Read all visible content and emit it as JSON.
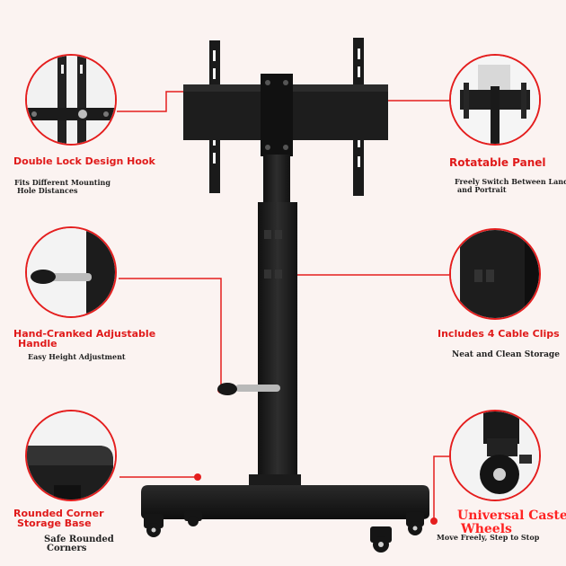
{
  "features": {
    "hook": {
      "title": "Double Lock Design Hook",
      "sub_line1": "Fits Different Mounting",
      "sub_line2": "Hole Distances"
    },
    "panel": {
      "title": "Rotatable Panel",
      "sub_line1": "Freely Switch Between Landscape",
      "sub_line2": "and Portrait"
    },
    "handle": {
      "title_line1": "Hand-Cranked Adjustable",
      "title_line2": "Handle",
      "sub": "Easy Height Adjustment"
    },
    "clips": {
      "title": "Includes 4 Cable Clips",
      "sub": "Neat and Clean Storage"
    },
    "base": {
      "title_line1": "Rounded Corner",
      "title_line2": "Storage Base",
      "sub_line1": "Safe Rounded",
      "sub_line2": "Corners"
    },
    "wheels": {
      "title_line1": "Universal Caster",
      "title_line2": "Wheels",
      "sub": "Move Freely, Step to Stop"
    }
  },
  "colors": {
    "accent": "#e41e1e",
    "background": "#fbf3f1",
    "product": "#1c1c1c"
  }
}
